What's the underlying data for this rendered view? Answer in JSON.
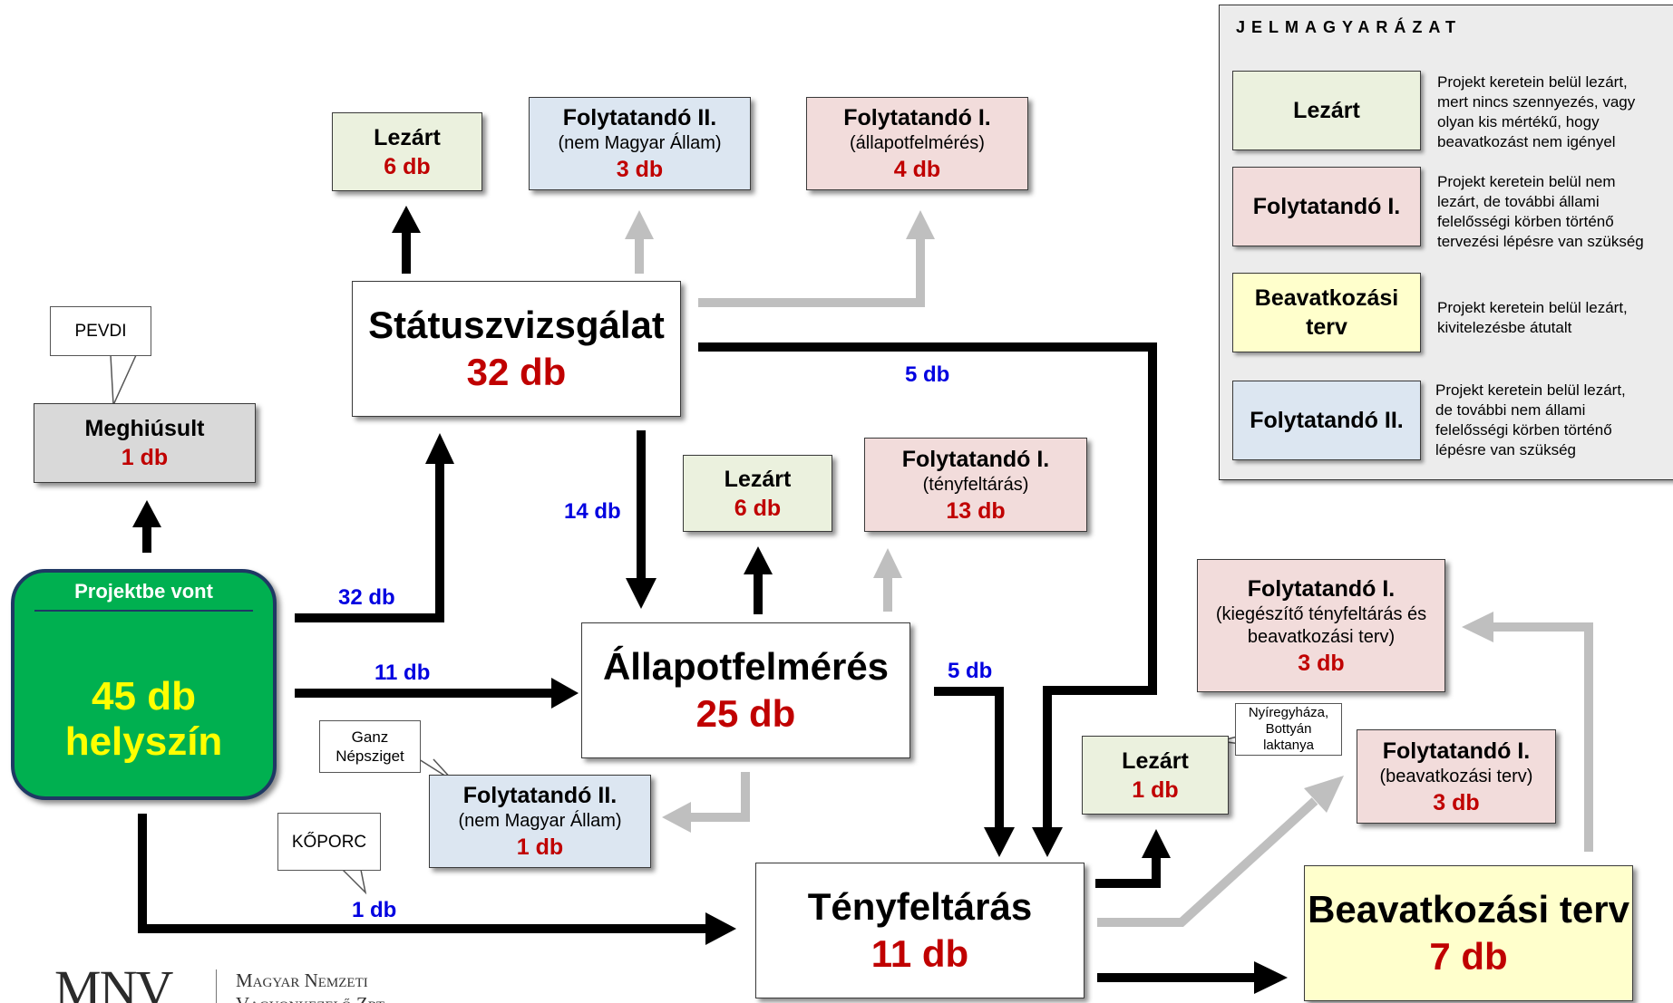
{
  "colors": {
    "counts": "#c00000",
    "flow_labels": "#0000e0",
    "start": "#00b050",
    "start_text": "#ffff00",
    "lezart": "#ebf1de",
    "folytatando_1": "#f2dcdb",
    "folytatando_2": "#dce6f1",
    "beavatkozasi_terv": "#ffffcc",
    "meghiusult": "#d9d9d9"
  },
  "start": {
    "header": "Projektbe vont",
    "count": "45 db",
    "unit": "helyszín"
  },
  "meghiusult": {
    "title": "Meghiúsult",
    "count": "1 db"
  },
  "statusz": {
    "title": "Státuszvizsgálat",
    "count": "32 db",
    "lezart": {
      "title": "Lezárt",
      "count": "6 db"
    },
    "folyt2": {
      "title": "Folytatandó II.",
      "sub": "(nem Magyar Állam)",
      "count": "3 db"
    },
    "folyt1": {
      "title": "Folytatandó I.",
      "sub": "(állapotfelmérés)",
      "count": "4 db"
    }
  },
  "allapot": {
    "title": "Állapotfelmérés",
    "count": "25 db",
    "lezart": {
      "title": "Lezárt",
      "count": "6 db"
    },
    "folyt1": {
      "title": "Folytatandó I.",
      "sub": "(tényfeltárás)",
      "count": "13 db"
    },
    "folyt2": {
      "title": "Folytatandó II.",
      "sub": "(nem Magyar Állam)",
      "count": "1 db"
    }
  },
  "teny": {
    "title": "Tényfeltárás",
    "count": "11 db",
    "lezart": {
      "title": "Lezárt",
      "count": "1 db"
    },
    "folyt1_beav": {
      "title": "Folytatandó I.",
      "sub": "(beavatkozási terv)",
      "count": "3 db"
    }
  },
  "beav": {
    "title": "Beavatkozási terv",
    "count": "7 db",
    "folyt1": {
      "title": "Folytatandó I.",
      "sub1": "(kiegészítő tényfeltárás és",
      "sub2": "beavatkozási terv)",
      "count": "3 db"
    }
  },
  "flow_labels": {
    "start_to_statusz": "32 db",
    "start_to_allapot": "11 db",
    "start_to_teny": "1 db",
    "statusz_to_allapot": "14 db",
    "statusz_to_teny": "5 db",
    "allapot_to_teny": "5 db"
  },
  "callouts": {
    "pevdi": "PEVDI",
    "ganz_1": "Ganz",
    "ganz_2": "Népsziget",
    "koporc": "KŐPORC",
    "nyiregyhaza_1": "Nyíregyháza,",
    "nyiregyhaza_2": "Bottyán",
    "nyiregyhaza_3": "laktanya"
  },
  "legend": {
    "title": "JELMAGYARÁZAT",
    "items": [
      {
        "label": "Lezárt",
        "desc": [
          "Projekt keretein belül lezárt,",
          "mert nincs szennyezés, vagy",
          "olyan kis mértékű, hogy",
          "beavatkozást nem igényel"
        ]
      },
      {
        "label": "Folytatandó I.",
        "desc": [
          "Projekt keretein belül nem",
          "lezárt, de további állami",
          "felelősségi körben történő",
          "tervezési lépésre van szükség"
        ]
      },
      {
        "label_1": "Beavatkozási",
        "label_2": "terv",
        "desc": [
          "Projekt keretein belül lezárt,",
          "kivitelezésbe átutalt"
        ]
      },
      {
        "label": "Folytatandó II.",
        "desc": [
          "Projekt keretein belül lezárt,",
          "de további nem állami",
          "felelősségi körben történő",
          "lépésre van szükség"
        ]
      }
    ]
  },
  "logo": {
    "mark": "MNV",
    "line1": "Magyar Nemzeti",
    "line2": "Vagyonkezelő Zrt."
  }
}
